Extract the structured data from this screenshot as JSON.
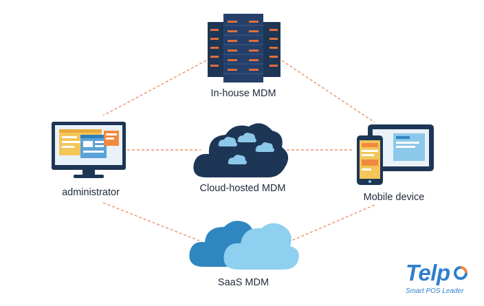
{
  "nodes": {
    "inhouse": "In-house MDM",
    "admin": "administrator",
    "cloud": "Cloud-hosted MDM",
    "mobile": "Mobile device",
    "saas": "SaaS MDM"
  },
  "brand": {
    "name": "Telp",
    "tagline": "Smart POS Leader"
  },
  "colors": {
    "navy": "#1e3655",
    "connector": "#e8906a",
    "light_blue": "#8cc8ea",
    "mid_blue": "#2f86c1",
    "yellow": "#f4c65a",
    "orange": "#f08a3e",
    "brand_blue": "#2f7fce"
  }
}
